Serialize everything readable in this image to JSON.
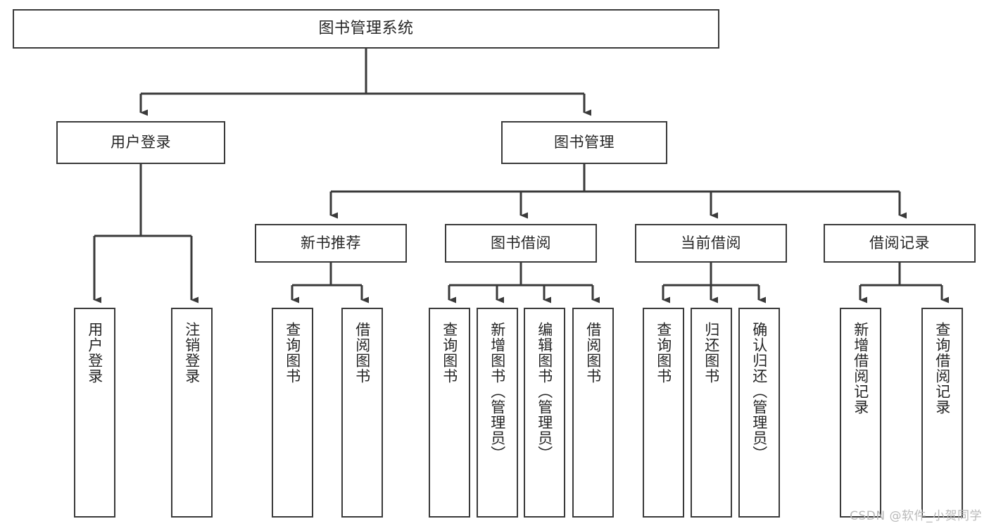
{
  "diagram": {
    "title": "图书管理系统",
    "type": "tree-hierarchy",
    "watermark": "CSDN @软件_小贺同学",
    "colors": {
      "background": "#ffffff",
      "box_border": "#3a3a3a",
      "box_fill": "#ffffff",
      "text": "#262626",
      "connector": "#3a3a3a",
      "watermark": "#b9b9b9"
    },
    "nodes": {
      "root": {
        "label": "图书管理系统"
      },
      "level1": [
        {
          "id": "user-login",
          "label": "用户登录"
        },
        {
          "id": "book-management",
          "label": "图书管理"
        }
      ],
      "level2": [
        {
          "id": "new-book-recommend",
          "label": "新书推荐"
        },
        {
          "id": "book-borrow",
          "label": "图书借阅"
        },
        {
          "id": "current-borrow",
          "label": "当前借阅"
        },
        {
          "id": "borrow-record",
          "label": "借阅记录"
        }
      ],
      "leaves": {
        "user_login": [
          {
            "id": "leaf-user-login",
            "label": "用户登录"
          },
          {
            "id": "leaf-logout",
            "label": "注销登录"
          }
        ],
        "new_book_recommend": [
          {
            "id": "leaf-query-book-1",
            "label": "查询图书"
          },
          {
            "id": "leaf-borrow-book-1",
            "label": "借阅图书"
          }
        ],
        "book_borrow": [
          {
            "id": "leaf-query-book-2",
            "label": "查询图书"
          },
          {
            "id": "leaf-add-book",
            "label": "新增图书（管理员）"
          },
          {
            "id": "leaf-edit-book",
            "label": "编辑图书（管理员）"
          },
          {
            "id": "leaf-borrow-book-2",
            "label": "借阅图书"
          }
        ],
        "current_borrow": [
          {
            "id": "leaf-query-book-3",
            "label": "查询图书"
          },
          {
            "id": "leaf-return-book",
            "label": "归还图书"
          },
          {
            "id": "leaf-confirm-return",
            "label": "确认归还（管理员）"
          }
        ],
        "borrow_record": [
          {
            "id": "leaf-add-record",
            "label": "新增借阅记录"
          },
          {
            "id": "leaf-query-record",
            "label": "查询借阅记录"
          }
        ]
      }
    }
  }
}
